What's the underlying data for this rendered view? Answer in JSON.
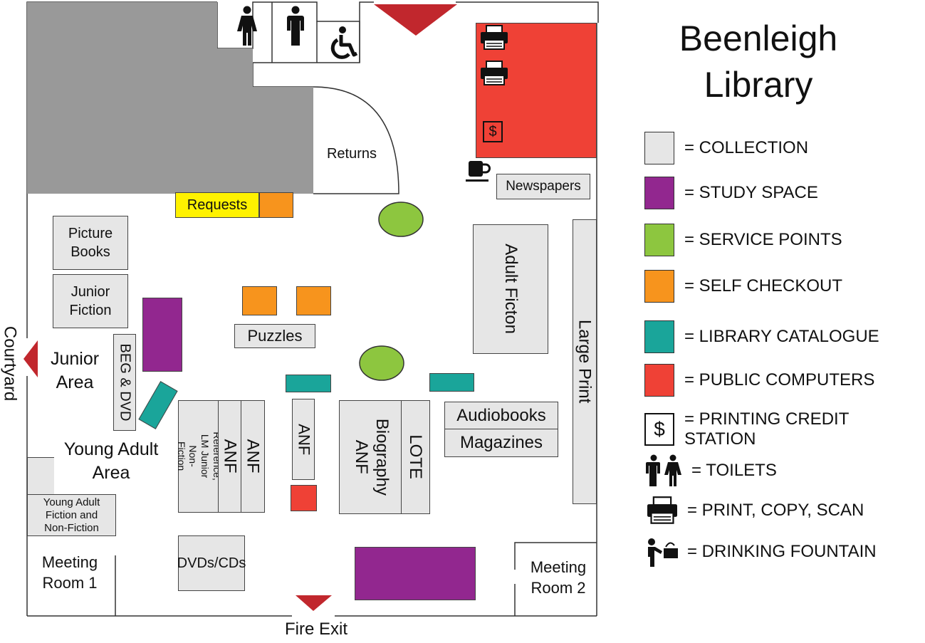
{
  "title_line1": "Beenleigh",
  "title_line2": "Library",
  "colors": {
    "collection": "#e6e6e6",
    "study": "#92278f",
    "service": "#8dc63f",
    "selfcheck": "#f7941d",
    "catalogue": "#1aa59a",
    "computers": "#ef4136",
    "gray_area": "#999999",
    "requests": "#fff200",
    "arrow": "#c1272d"
  },
  "rooms": {
    "returns": "Returns",
    "requests": "Requests",
    "newspapers": "Newspapers",
    "picture_books": "Picture Books",
    "junior_fiction": "Junior Fiction",
    "puzzles": "Puzzles",
    "adult_fiction": "Adult Ficton",
    "large_print": "Large Print",
    "beg_dvd": "BEG & DVD",
    "reference": "Reference, LM Junior Non-Fiction",
    "anf_1": "ANF",
    "anf_2": "ANF",
    "anf_3": "ANF",
    "biography_anf": "Biography ANF",
    "lote": "LOTE",
    "audiobooks": "Audiobooks",
    "magazines": "Magazines",
    "ya_fiction": "Young Adult Fiction and Non-Fiction",
    "dvds_cds": "DVDs/CDs",
    "meeting_room_1": "Meeting Room 1",
    "meeting_room_2": "Meeting Room 2",
    "printing_credit_symbol": "$"
  },
  "area_labels": {
    "courtyard": "Courtyard",
    "junior_area": "Junior Area",
    "young_adult_area": "Young Adult Area",
    "fire_exit": "Fire Exit"
  },
  "legend": [
    {
      "label": "= COLLECTION",
      "swatch": "#e6e6e6",
      "icon": "swatch"
    },
    {
      "label": "= STUDY SPACE",
      "swatch": "#92278f",
      "icon": "swatch"
    },
    {
      "label": "= SERVICE POINTS",
      "swatch": "#8dc63f",
      "icon": "swatch"
    },
    {
      "label": "= SELF CHECKOUT",
      "swatch": "#f7941d",
      "icon": "swatch"
    },
    {
      "label": "= LIBRARY CATALOGUE",
      "swatch": "#1aa59a",
      "icon": "swatch"
    },
    {
      "label": "= PUBLIC COMPUTERS",
      "swatch": "#ef4136",
      "icon": "swatch"
    },
    {
      "label": "= PRINTING CREDIT STATION",
      "swatch": "#ffffff",
      "icon": "dollar-icon"
    },
    {
      "label": "= TOILETS",
      "icon": "toilets-icon"
    },
    {
      "label": "= PRINT, COPY, SCAN",
      "icon": "printer-icon"
    },
    {
      "label": "= DRINKING FOUNTAIN",
      "icon": "drinking-fountain-icon"
    }
  ]
}
